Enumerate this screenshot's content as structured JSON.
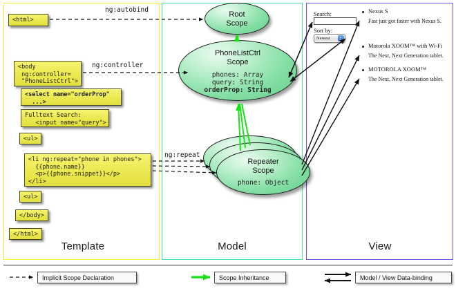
{
  "panels": [
    {
      "key": "template",
      "label": "Template",
      "border_color": "#f5f02a"
    },
    {
      "key": "model",
      "label": "Model",
      "border_color": "#42e6a4"
    },
    {
      "key": "view",
      "label": "View",
      "border_color": "#6a4fe0"
    }
  ],
  "template": {
    "boxes": [
      {
        "id": "html-open",
        "text": "<html>",
        "bold": false
      },
      {
        "id": "body-open",
        "text": "<body\n ng:controller=\n \"PhoneListCtrl\">",
        "bold": false
      },
      {
        "id": "select",
        "text": "<select name=\"orderProp\"\n  ...>",
        "bold": true
      },
      {
        "id": "fulltext",
        "text": "Fulltext Search:\n   <input name=\"query\">",
        "bold": false
      },
      {
        "id": "ul-open",
        "text": "<ul>",
        "bold": false
      },
      {
        "id": "li-repeat",
        "text": "<li ng:repeat=\"phone in phones\">\n  {{phone.name}}\n  <p>{{phone.snippet}}</p>\n</li>",
        "bold": false
      },
      {
        "id": "ul-close",
        "text": "<ul>",
        "bold": false
      },
      {
        "id": "body-close",
        "text": "</body>",
        "bold": false
      },
      {
        "id": "html-close",
        "text": "</html>",
        "bold": false
      }
    ]
  },
  "model": {
    "scopes": [
      {
        "id": "root",
        "title": "Root\nScope",
        "props": ""
      },
      {
        "id": "phonelistctrl",
        "title": "PhoneListCtrl\nScope",
        "props": "phones: Array\nquery: String\norderProp: String",
        "bold_prop": "orderProp: String"
      },
      {
        "id": "repeater",
        "title": "Repeater\nScope",
        "props": "phone: Object"
      }
    ]
  },
  "view": {
    "search_label": "Search:",
    "search_value": "",
    "sort_label": "Sort by:",
    "sort_selected": "Newest",
    "phones": [
      {
        "name": "Nexus S",
        "snippet": "Fast just got faster with Nexus S."
      },
      {
        "name": "Motorola XOOM™ with Wi-Fi",
        "snippet": "The Next, Next Generation tablet."
      },
      {
        "name": "MOTOROLA XOOM™",
        "snippet": "The Next, Next Generation tablet."
      }
    ]
  },
  "edges": [
    {
      "id": "autobind",
      "label": "ng:autobind"
    },
    {
      "id": "controller",
      "label": "ng:controller"
    },
    {
      "id": "repeat",
      "label": "ng:repeat"
    }
  ],
  "legend": [
    {
      "id": "implicit",
      "label": "Implicit Scope Declaration",
      "style": "dashed-arrow",
      "color": "#111111"
    },
    {
      "id": "inheritance",
      "label": "Scope Inheritance",
      "style": "solid-arrow",
      "color": "#00e500"
    },
    {
      "id": "databinding",
      "label": "Model / View Data-binding",
      "style": "double-arrow",
      "color": "#111111"
    }
  ]
}
